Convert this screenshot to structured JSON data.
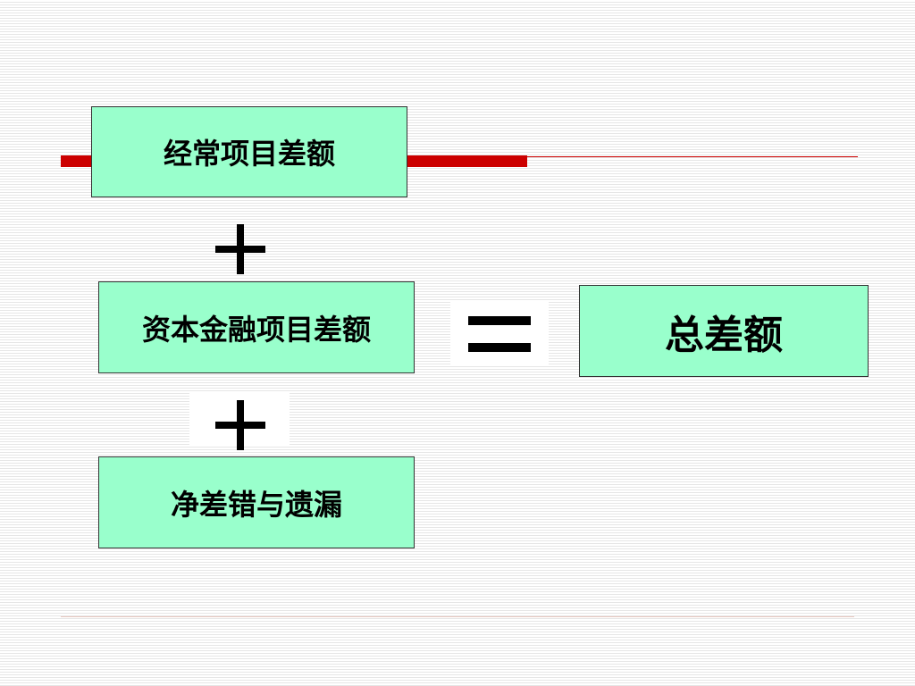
{
  "diagram": {
    "boxes": {
      "current_account": "经常项目差额",
      "capital_financial": "资本金融项目差额",
      "errors_omissions": "净差错与遗漏",
      "total": "总差额"
    },
    "operators": {
      "plus_1": "plus-icon",
      "plus_2": "plus-icon",
      "equals": "equals-icon"
    },
    "colors": {
      "box_fill": "#99ffcc",
      "accent_bar": "#cc0000"
    }
  }
}
